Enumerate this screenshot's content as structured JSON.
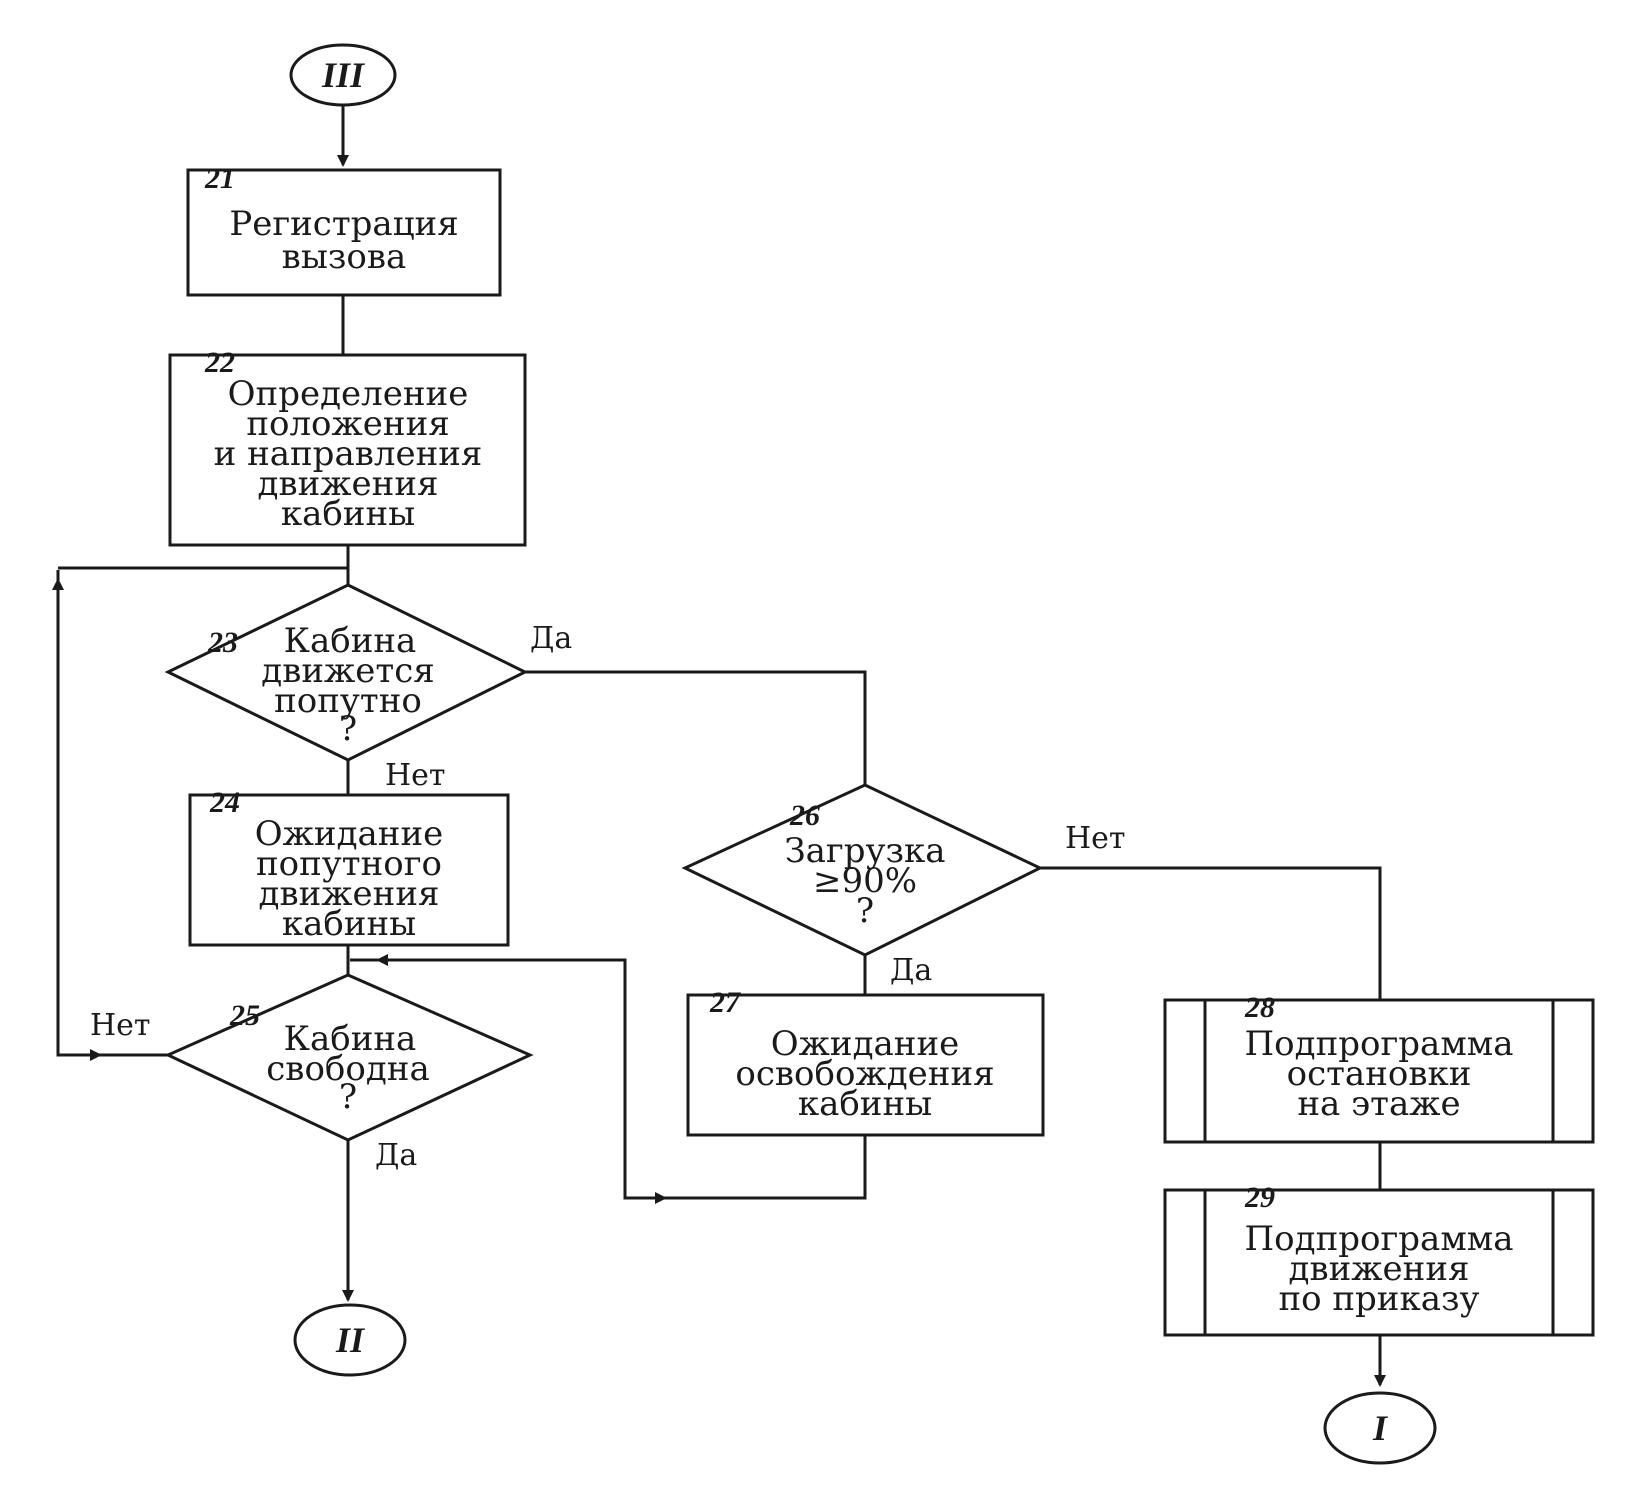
{
  "terminals": {
    "start": "III",
    "exit_left": "II",
    "exit_right": "I"
  },
  "blocks": {
    "b21": {
      "number": "21",
      "lines": [
        "Регистрация",
        "вызова"
      ]
    },
    "b22": {
      "number": "22",
      "lines": [
        "Определение",
        "положения",
        "и направления",
        "движения",
        "кабины"
      ]
    },
    "d23": {
      "number": "23",
      "lines": [
        "Кабина",
        "движется",
        "попутно",
        "?"
      ]
    },
    "b24": {
      "number": "24",
      "lines": [
        "Ожидание",
        "попутного",
        "движения",
        "кабины"
      ]
    },
    "d25": {
      "number": "25",
      "lines": [
        "Кабина",
        "свободна",
        "?"
      ]
    },
    "d26": {
      "number": "26",
      "lines": [
        "Загрузка",
        "≥90%",
        "?"
      ]
    },
    "b27": {
      "number": "27",
      "lines": [
        "Ожидание",
        "освобождения",
        "кабины"
      ]
    },
    "b28": {
      "number": "28",
      "lines": [
        "Подпрограмма",
        "остановки",
        "на этаже"
      ]
    },
    "b29": {
      "number": "29",
      "lines": [
        "Подпрограмма",
        "движения",
        "по приказу"
      ]
    }
  },
  "branch_labels": {
    "d23_yes": "Да",
    "d23_no": "Нет",
    "d25_no": "Нет",
    "d25_yes": "Да",
    "d26_no": "Нет",
    "d26_yes": "Да"
  }
}
